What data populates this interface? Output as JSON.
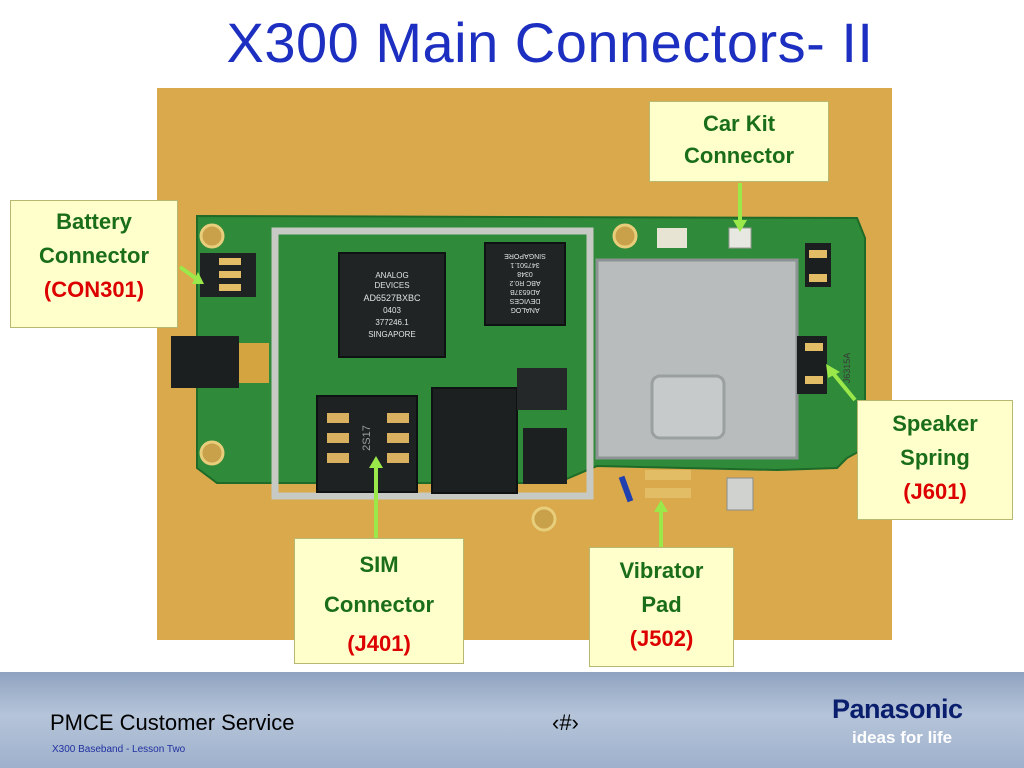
{
  "slide": {
    "title": "X300 Main Connectors- II"
  },
  "callouts": {
    "battery": {
      "line1": "Battery",
      "line2": "Connector",
      "ref": "(CON301)"
    },
    "carkit": {
      "line1": "Car Kit",
      "line2": "Connector"
    },
    "speaker": {
      "line1": "Speaker",
      "line2": "Spring",
      "ref": "(J601)"
    },
    "sim": {
      "line1": "SIM",
      "line2": "Connector",
      "ref": "(J401)"
    },
    "vibrator": {
      "line1": "Vibrator",
      "line2": "Pad",
      "ref": "(J502)"
    }
  },
  "chips": {
    "chip1": [
      "ANALOG",
      "DEVICES",
      "AD6527BXBC",
      "0403",
      "377246.1",
      "SINGAPORE"
    ],
    "chip2": [
      "ANALOG",
      "DEVICES",
      "AD6537B",
      "ABC R0.2",
      "0348",
      "347501.1",
      "SINGAPORE"
    ],
    "sim_label": "2S17",
    "speaker_label": "J6315A"
  },
  "footer": {
    "left": "PMCE  Customer Service",
    "sub": "X300 Baseband  - Lesson Two",
    "page": "‹#›",
    "brand": "Panasonic",
    "tagline": "ideas for life"
  },
  "colors": {
    "title": "#1c2fc0",
    "callout_bg": "#ffffcc",
    "callout_text": "#1a6e1a",
    "ref_text": "#dd0000",
    "arrow": "#9be84a",
    "pcb": "#2f8a3a"
  }
}
